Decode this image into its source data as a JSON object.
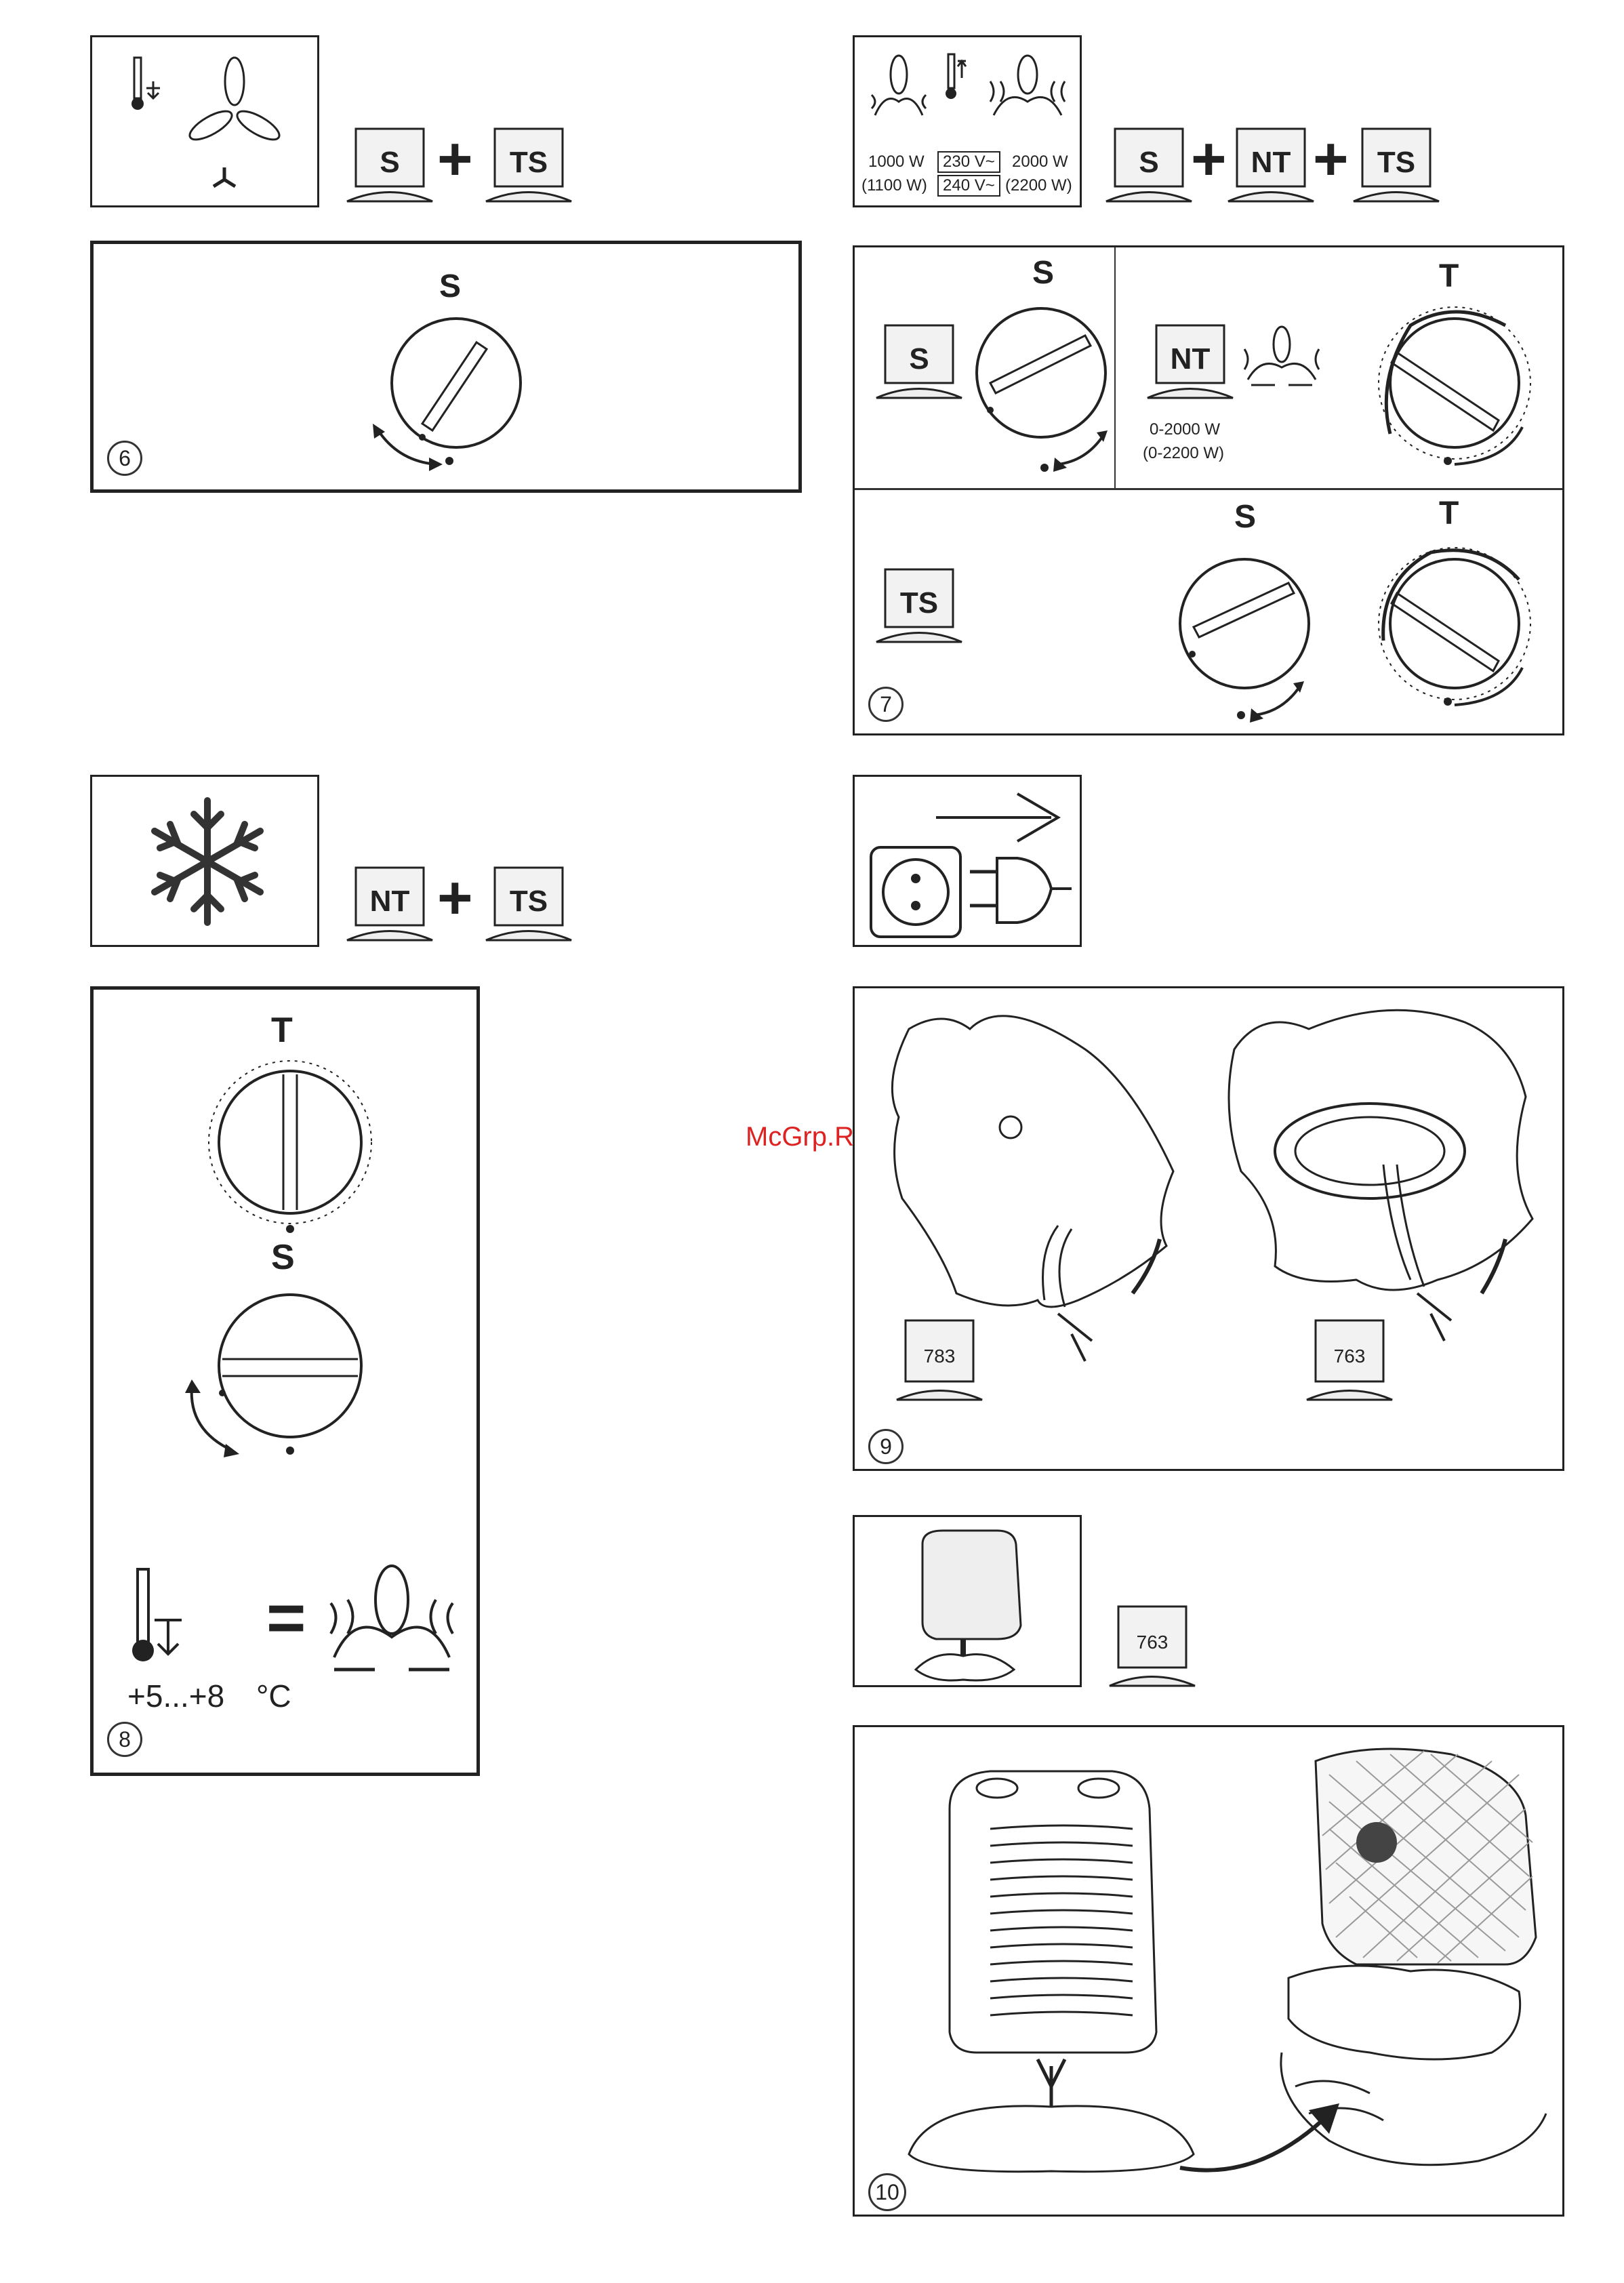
{
  "watermark": "McGrp.Ru",
  "labels": {
    "S": "S",
    "T": "T",
    "TS": "TS",
    "NT": "NT",
    "plus": "+",
    "equals": "=",
    "model_783": "783",
    "model_763": "763"
  },
  "power_box": {
    "left_power": "1000 W",
    "left_power_alt": "(1100 W)",
    "voltage_1": "230 V~",
    "voltage_2": "240 V~",
    "right_power": "2000 W",
    "right_power_alt": "(2200 W)"
  },
  "nt_range": {
    "line1": "0-2000 W",
    "line2": "(0-2200 W)"
  },
  "frost": {
    "range": "+5...+8",
    "unit": "°C"
  },
  "figures": {
    "fig6": "6",
    "fig7": "7",
    "fig8": "8",
    "fig9": "9",
    "fig10": "10"
  }
}
